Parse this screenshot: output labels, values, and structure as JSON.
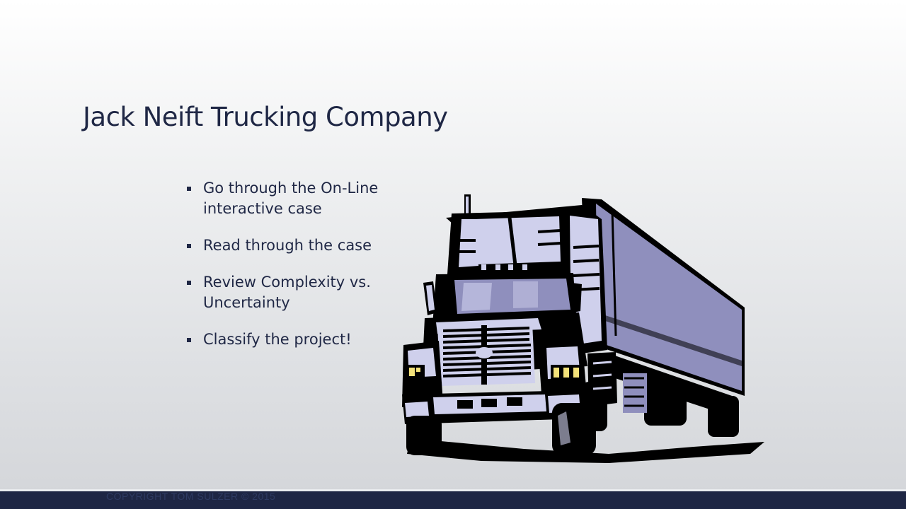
{
  "slide": {
    "title": "Jack Neift Trucking Company",
    "bullets": [
      "Go through the On-Line interactive case",
      "Read through the case",
      "Review Complexity vs. Uncertainty",
      "Classify the project!"
    ],
    "footer": "COPYRIGHT TOM SULZER © 2015",
    "image_icon": "semi-truck-clipart"
  },
  "colors": {
    "title_text": "#1f2745",
    "footer_bar": "#1e2644",
    "truck_fill": "#8f8fbd",
    "truck_light": "#cfd0ec",
    "truck_dark": "#000000",
    "headlight": "#f4e27a"
  }
}
